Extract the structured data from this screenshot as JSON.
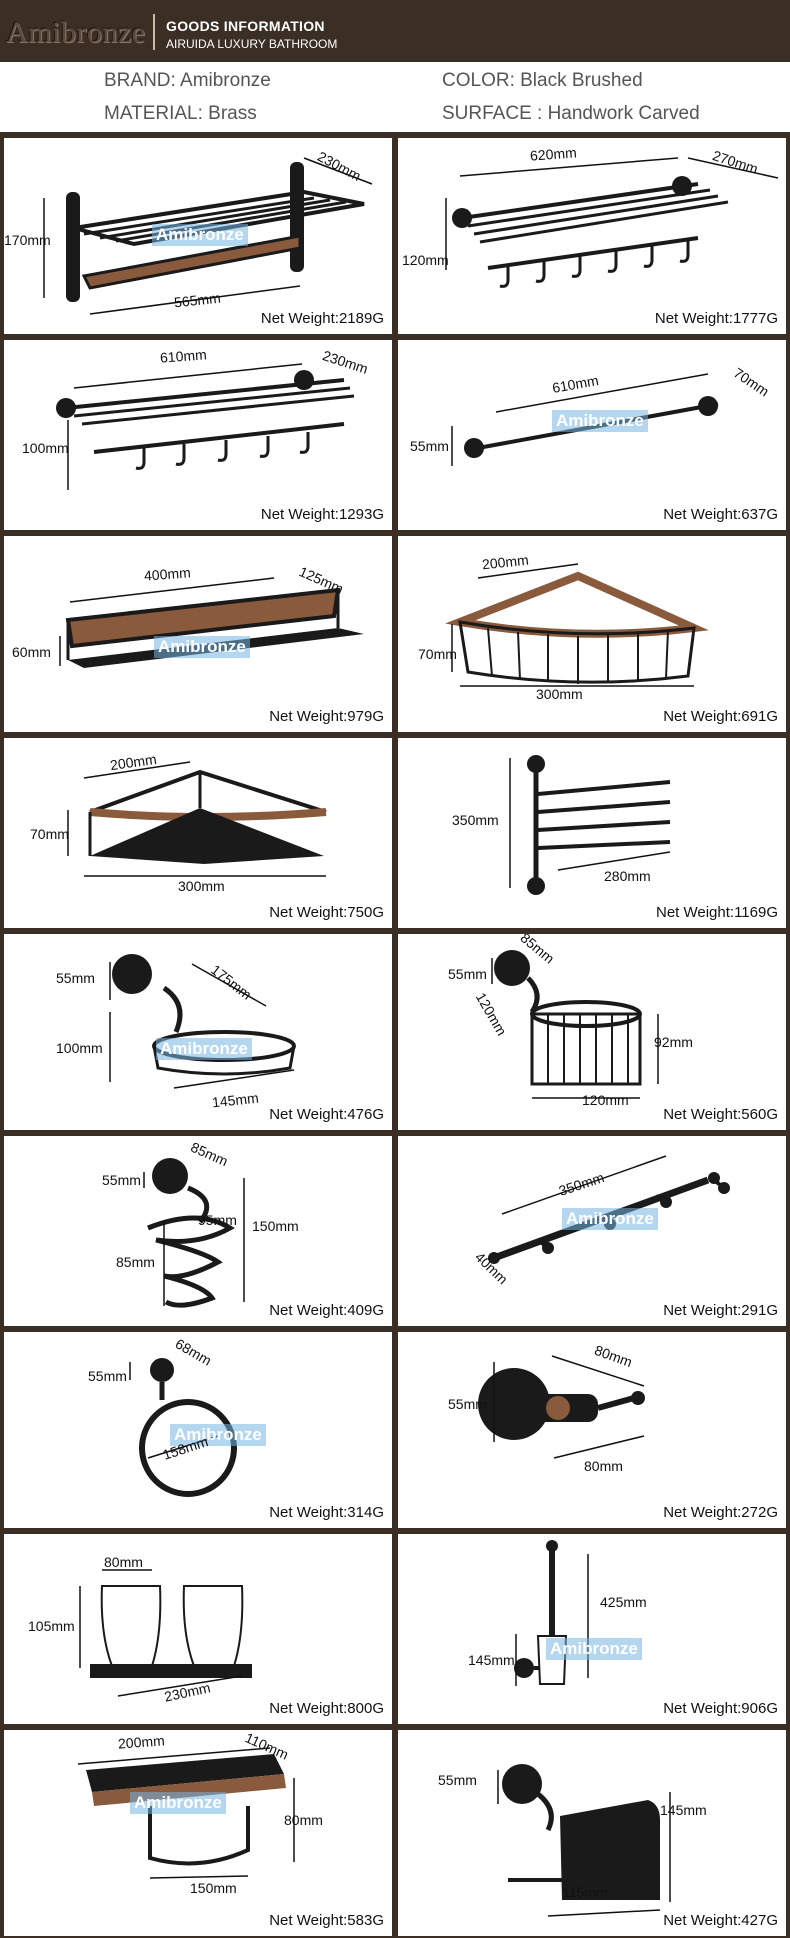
{
  "header": {
    "logo": "Amibronze",
    "title": "GOODS  INFORMATION",
    "subtitle": "AIRUIDA LUXURY BATHROOM"
  },
  "info": {
    "brand": "BRAND: Amibronze",
    "color": "COLOR: Black Brushed",
    "material": "MATERIAL: Brass",
    "surface": "SURFACE : Handwork Carved"
  },
  "watermark": "Amibronze",
  "products": [
    {
      "weight": "Net Weight:2189G",
      "dims": [
        "230mm",
        "170mm",
        "565mm"
      ]
    },
    {
      "weight": "Net Weight:1777G",
      "dims": [
        "620mm",
        "270mm",
        "120mm"
      ]
    },
    {
      "weight": "Net Weight:1293G",
      "dims": [
        "610mm",
        "230mm",
        "100mm"
      ]
    },
    {
      "weight": "Net Weight:637G",
      "dims": [
        "610mm",
        "70mm",
        "55mm"
      ]
    },
    {
      "weight": "Net Weight:979G",
      "dims": [
        "400mm",
        "125mm",
        "60mm"
      ]
    },
    {
      "weight": "Net Weight:691G",
      "dims": [
        "200mm",
        "70mm",
        "300mm"
      ]
    },
    {
      "weight": "Net Weight:750G",
      "dims": [
        "200mm",
        "70mm",
        "300mm"
      ]
    },
    {
      "weight": "Net Weight:1169G",
      "dims": [
        "350mm",
        "280mm"
      ]
    },
    {
      "weight": "Net Weight:476G",
      "dims": [
        "55mm",
        "175mm",
        "100mm",
        "145mm"
      ]
    },
    {
      "weight": "Net Weight:560G",
      "dims": [
        "85mm",
        "55mm",
        "120mm",
        "92mm",
        "120mm"
      ]
    },
    {
      "weight": "Net Weight:409G",
      "dims": [
        "85mm",
        "55mm",
        "95mm",
        "150mm",
        "85mm"
      ]
    },
    {
      "weight": "Net Weight:291G",
      "dims": [
        "350mm",
        "40mm"
      ]
    },
    {
      "weight": "Net Weight:314G",
      "dims": [
        "68mm",
        "55mm",
        "158mm"
      ]
    },
    {
      "weight": "Net Weight:272G",
      "dims": [
        "80mm",
        "55mm",
        "80mm"
      ]
    },
    {
      "weight": "Net Weight:800G",
      "dims": [
        "80mm",
        "105mm",
        "230mm"
      ]
    },
    {
      "weight": "Net Weight:906G",
      "dims": [
        "425mm",
        "145mm"
      ]
    },
    {
      "weight": "Net Weight:583G",
      "dims": [
        "200mm",
        "110mm",
        "80mm",
        "150mm"
      ]
    },
    {
      "weight": "Net Weight:427G",
      "dims": [
        "55mm",
        "145mm",
        "115mm"
      ]
    }
  ],
  "colors": {
    "frame": "#3b2f25",
    "metal": "#1a1a1a",
    "bronze": "#8a5a3c"
  }
}
